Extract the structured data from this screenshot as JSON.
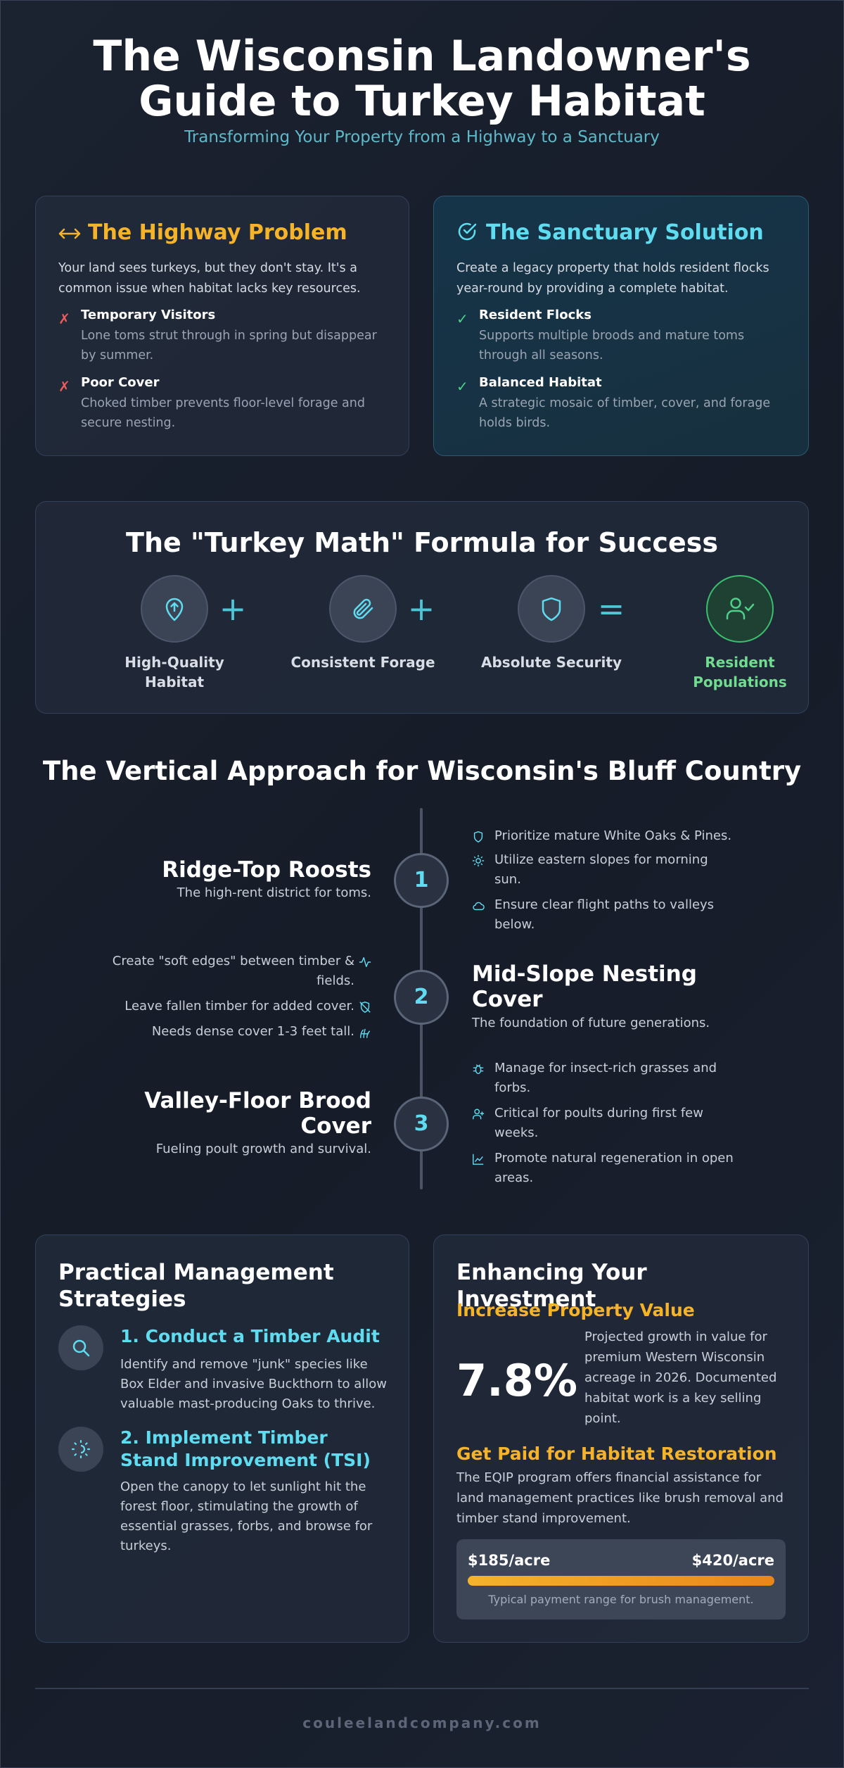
{
  "header": {
    "title_line1": "The Wisconsin Landowner's",
    "title_line2": "Guide to Turkey Habitat",
    "subtitle": "Transforming Your Property from a Highway to a Sanctuary"
  },
  "problem": {
    "title": "The Highway Problem",
    "icon": "arrows-horizontal-icon",
    "intro": "Your land sees turkeys, but they don't stay. It's a common issue when habitat lacks key resources.",
    "bullets": [
      {
        "mark": "✗",
        "title": "Temporary Visitors",
        "desc": "Lone toms strut through in spring but disappear by summer."
      },
      {
        "mark": "✗",
        "title": "Poor Cover",
        "desc": "Choked timber prevents floor-level forage and secure nesting."
      }
    ]
  },
  "solution": {
    "title": "The Sanctuary Solution",
    "icon": "check-circle-icon",
    "intro": "Create a legacy property that holds resident flocks year-round by providing a complete habitat.",
    "bullets": [
      {
        "mark": "✓",
        "title": "Resident Flocks",
        "desc": "Supports multiple broods and mature toms through all seasons."
      },
      {
        "mark": "✓",
        "title": "Balanced Habitat",
        "desc": "A strategic mosaic of timber, cover, and forage holds birds."
      }
    ]
  },
  "formula": {
    "title": "The \"Turkey Math\" Formula for Success",
    "items": [
      {
        "label": "High-Quality Habitat",
        "icon": "map-pin-icon"
      },
      {
        "label": "Consistent Forage",
        "icon": "paperclip-icon"
      },
      {
        "label": "Absolute Security",
        "icon": "shield-icon"
      },
      {
        "label": "Resident Populations",
        "icon": "user-check-icon"
      }
    ],
    "plus": "+",
    "equals": "="
  },
  "vertical": {
    "title": "The Vertical Approach for Wisconsin's Bluff Country",
    "steps": [
      {
        "num": "1",
        "heading": "Ridge-Top Roosts",
        "sub": "The high-rent district for toms.",
        "bullets": [
          {
            "icon": "shield-icon",
            "text": "Prioritize mature White Oaks & Pines."
          },
          {
            "icon": "sun-icon",
            "text": "Utilize eastern slopes for morning sun."
          },
          {
            "icon": "cloud-icon",
            "text": "Ensure clear flight paths to valleys below."
          }
        ]
      },
      {
        "num": "2",
        "heading": "Mid-Slope Nesting Cover",
        "sub": "The foundation of future generations.",
        "bullets": [
          {
            "icon": "activity-icon",
            "text": "Create \"soft edges\" between timber & fields."
          },
          {
            "icon": "shield-off-icon",
            "text": "Leave fallen timber for added cover."
          },
          {
            "icon": "grass-icon",
            "text": "Needs dense cover 1-3 feet tall."
          }
        ]
      },
      {
        "num": "3",
        "heading": "Valley-Floor Brood Cover",
        "sub": "Fueling poult growth and survival.",
        "bullets": [
          {
            "icon": "bug-icon",
            "text": "Manage for insect-rich grasses and forbs."
          },
          {
            "icon": "user-plus-icon",
            "text": "Critical for poults during first few weeks."
          },
          {
            "icon": "chart-icon",
            "text": "Promote natural regeneration in open areas."
          }
        ]
      }
    ]
  },
  "management": {
    "title": "Practical Management Strategies",
    "strategies": [
      {
        "icon": "search-icon",
        "title": "1. Conduct a Timber Audit",
        "desc": "Identify and remove \"junk\" species like Box Elder and invasive Buckthorn to allow valuable mast-producing Oaks to thrive."
      },
      {
        "icon": "sun-dim-icon",
        "title": "2. Implement Timber Stand Improvement (TSI)",
        "desc": "Open the canopy to let sunlight hit the forest floor, stimulating the growth of essential grasses, forbs, and browse for turkeys."
      }
    ]
  },
  "investment": {
    "title": "Enhancing Your Investment",
    "value_heading": "Increase Property Value",
    "stat": "7.8%",
    "stat_desc": "Projected growth in value for premium Western Wisconsin acreage in 2026. Documented habitat work is a key selling point.",
    "paid_heading": "Get Paid for Habitat Restoration",
    "paid_desc": "The EQIP program offers financial assistance for land management practices like brush removal and timber stand improvement.",
    "range_low": "$185/acre",
    "range_high": "$420/acre",
    "range_caption": "Typical payment range for brush management."
  },
  "footer": {
    "site": "couleelandcompany.com"
  },
  "colors": {
    "accent_gold": "#f5b32a",
    "accent_cyan": "#5fdcf0",
    "success_green": "#4ed08a",
    "danger_red": "#ef5b5b"
  }
}
